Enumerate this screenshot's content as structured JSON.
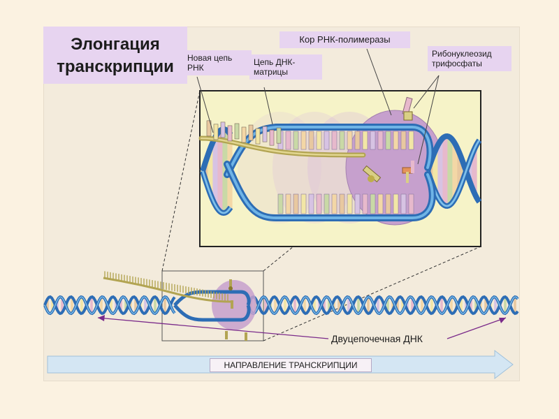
{
  "title": "Элонгация транскрипции",
  "labels": {
    "new_rna": "Новая цепь РНК",
    "template_dna": "Цепь ДНК-матрицы",
    "polymerase_core": "Кор РНК-полимеразы",
    "ntp": "Рибонуклеозид трифосфаты",
    "ds_dna": "Двуцепочечная ДНК",
    "direction": "НАПРАВЛЕНИЕ ТРАНСКРИПЦИИ"
  },
  "colors": {
    "dna_strand": "#2d6db5",
    "dna_light": "#4fa3dd",
    "polymerase": "#c7a3cf",
    "rna": "#b7a75a",
    "label_bg": "#e7d4f0",
    "arrow": "#c8dff0"
  }
}
